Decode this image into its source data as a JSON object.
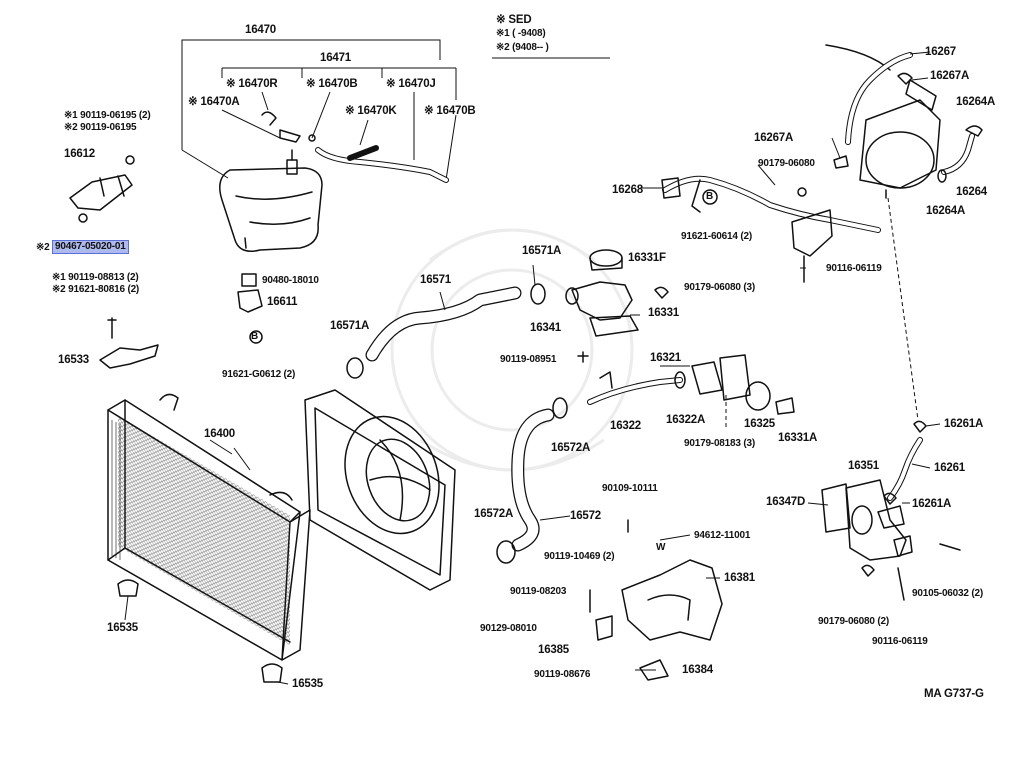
{
  "legend": {
    "sed": "※ SED",
    "v1": "※1 (      -9408)",
    "v2": "※2 (9408--      )"
  },
  "footer_code": "MA G737-G",
  "parts": {
    "p16470": "16470",
    "p16471": "16471",
    "p16470A": "※ 16470A",
    "p16470R": "※ 16470R",
    "p16470B_a": "※ 16470B",
    "p16470J": "※ 16470J",
    "p16470K": "※ 16470K",
    "p16470B_b": "※ 16470B",
    "c06195_1": "※1 90119-06195 (2)",
    "c06195_2": "※2 90119-06195",
    "p16612": "16612",
    "c05020": "90467-05020-01",
    "c05020_mark": "※2",
    "c08813": "※1  90119-08813 (2)",
    "c80816": "※2  91621-80816 (2)",
    "p16533": "16533",
    "c18010": "90480-18010",
    "p16611": "16611",
    "c60612": "91621-G0612 (2)",
    "p16400": "16400",
    "p16535a": "16535",
    "p16535b": "16535",
    "p16571": "16571",
    "p16571A_a": "16571A",
    "p16571A_b": "16571A",
    "p16331F": "16331F",
    "c06080_3": "90179-06080 (3)",
    "p16331": "16331",
    "p16341": "16341",
    "c08951": "90119-08951",
    "p16321": "16321",
    "p16322": "16322",
    "p16322A": "16322A",
    "p16325": "16325",
    "p16331A": "16331A",
    "c08183": "90179-08183 (3)",
    "p16572A_a": "16572A",
    "p16572A_b": "16572A",
    "p16572": "16572",
    "c10111": "90109-10111",
    "c11001": "94612-11001",
    "c10469": "90119-10469 (2)",
    "p16381": "16381",
    "c08203": "90119-08203",
    "c08010": "90129-08010",
    "p16385": "16385",
    "p16384": "16384",
    "c08676": "90119-08676",
    "p16267": "16267",
    "p16267A_a": "16267A",
    "p16267A_b": "16267A",
    "p16264A_a": "16264A",
    "p16264A_b": "16264A",
    "p16264": "16264",
    "c06080": "90179-06080",
    "p16268": "16268",
    "c60614": "91621-60614 (2)",
    "c06119a": "90116-06119",
    "p16261A_a": "16261A",
    "p16261A_b": "16261A",
    "p16261": "16261",
    "p16351": "16351",
    "p16347D": "16347D",
    "c06032": "90105-06032 (2)",
    "c06080b": "90179-06080 (2)",
    "c06119b": "90116-06119",
    "markB1": "B",
    "markB2": "B",
    "markW": "W"
  }
}
